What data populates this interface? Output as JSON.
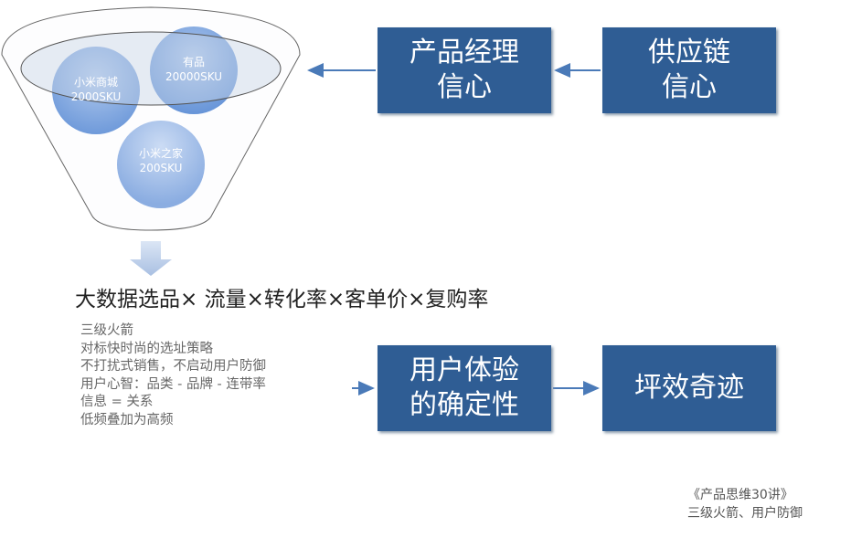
{
  "funnel": {
    "circles": [
      {
        "name": "小米商城",
        "sku": "2000SKU"
      },
      {
        "name": "有品",
        "sku": "20000SKU"
      },
      {
        "name": "小米之家",
        "sku": "200SKU"
      }
    ]
  },
  "boxes": {
    "pm_confidence": [
      "产品经理",
      "信心"
    ],
    "supply_confidence": [
      "供应链",
      "信心"
    ],
    "ux_certainty": [
      "用户体验",
      "的确定性"
    ],
    "efficiency_miracle": [
      "坪效奇迹"
    ]
  },
  "formula": "大数据选品×  流量×转化率×客单价×复购率",
  "notes": [
    "三级火箭",
    "对标快时尚的选址策略",
    "不打扰式销售，不启动用户防御",
    "用户心智：品类 - 品牌 - 连带率",
    "信息 = 关系",
    "低频叠加为高频"
  ],
  "footer": [
    "《产品思维30讲》",
    "三级火箭、用户防御"
  ],
  "colors": {
    "box": "#2f5d94",
    "arrow": "#4a7ab8"
  }
}
